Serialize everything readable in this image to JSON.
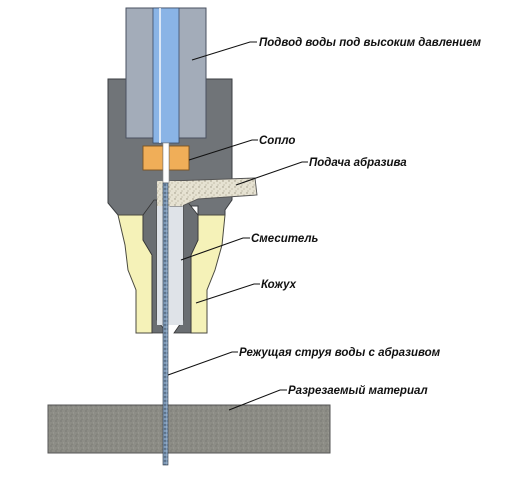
{
  "diagram": {
    "labels": {
      "water_inlet": "Подвод воды под высоким давлением",
      "nozzle": "Сопло",
      "abrasive_feed": "Подача абразива",
      "mixer": "Смеситель",
      "casing": "Кожух",
      "cutting_jet": "Режущая струя воды с абразивом",
      "workpiece": "Разрезаемый материал"
    },
    "colors": {
      "body": "#707478",
      "inlet_tube": "#a3acb9",
      "water_channel": "#8ab4e6",
      "nozzle": "#f0ae58",
      "casing": "#f5f2b8",
      "material": "#8d8d86",
      "abrasive": "#e8e4d4"
    }
  }
}
